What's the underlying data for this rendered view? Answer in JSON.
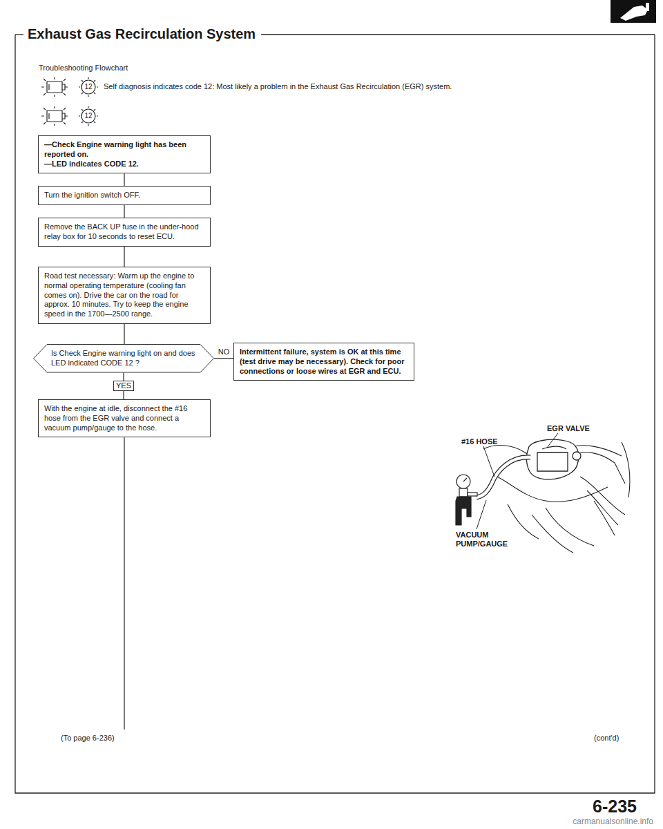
{
  "diagram": {
    "title": "Exhaust Gas Recirculation System",
    "nodes": [
      {
        "text": [
          "—Check Engine warning light has been reported on.",
          "—LED indicates CODE 12."
        ]
      },
      {
        "text": [
          "Turn the ignition switch OFF."
        ]
      },
      {
        "text": [
          "Remove the BACK UP fuse in the under-hood relay box for 10 seconds to reset ECU."
        ]
      },
      {
        "text": [
          "Road test necessary: Warm up the engine to normal operating temperature (cooling fan comes on). Drive the car on the road for approx. 10 minutes. Try to keep the engine speed in the 1700—2500 range."
        ]
      },
      {
        "text": [
          "Is Check Engine warning light on and does LED indicated CODE 12 ?"
        ]
      },
      {
        "text": [
          "Intermittent failure, system is OK at this time (test drive may be necessary). Check for poor connections or loose wires at EGR and ECU."
        ]
      },
      {
        "text": [
          "With the engine at idle, disconnect the #16 hose from the EGR valve and connect a vacuum pump/gauge to the hose."
        ]
      }
    ],
    "edges": [
      {
        "from": 0,
        "to": 1,
        "arrow": "none"
      },
      {
        "from": 1,
        "to": 2,
        "arrow": "none"
      },
      {
        "from": 2,
        "to": 3,
        "arrow": "none"
      },
      {
        "from": 3,
        "to": 4,
        "arrow": "none"
      },
      {
        "from": 4,
        "to": 5,
        "label": "NO",
        "arrow": "none"
      },
      {
        "from": 4,
        "to": 6,
        "label": "YES",
        "arrow": "none"
      }
    ],
    "labels": [
      "Troubleshooting Flowchart",
      "12",
      "Self diagnosis indicates code 12: Most likely a problem in the Exhaust Gas Recirculation (EGR) system.",
      "12",
      "EGR VALVE",
      "#16 HOSE",
      "VACUUM PUMP/GAUGE",
      "(To page 6-236)",
      "(cont'd)",
      "6-235",
      "carmanualsonline.info"
    ]
  }
}
